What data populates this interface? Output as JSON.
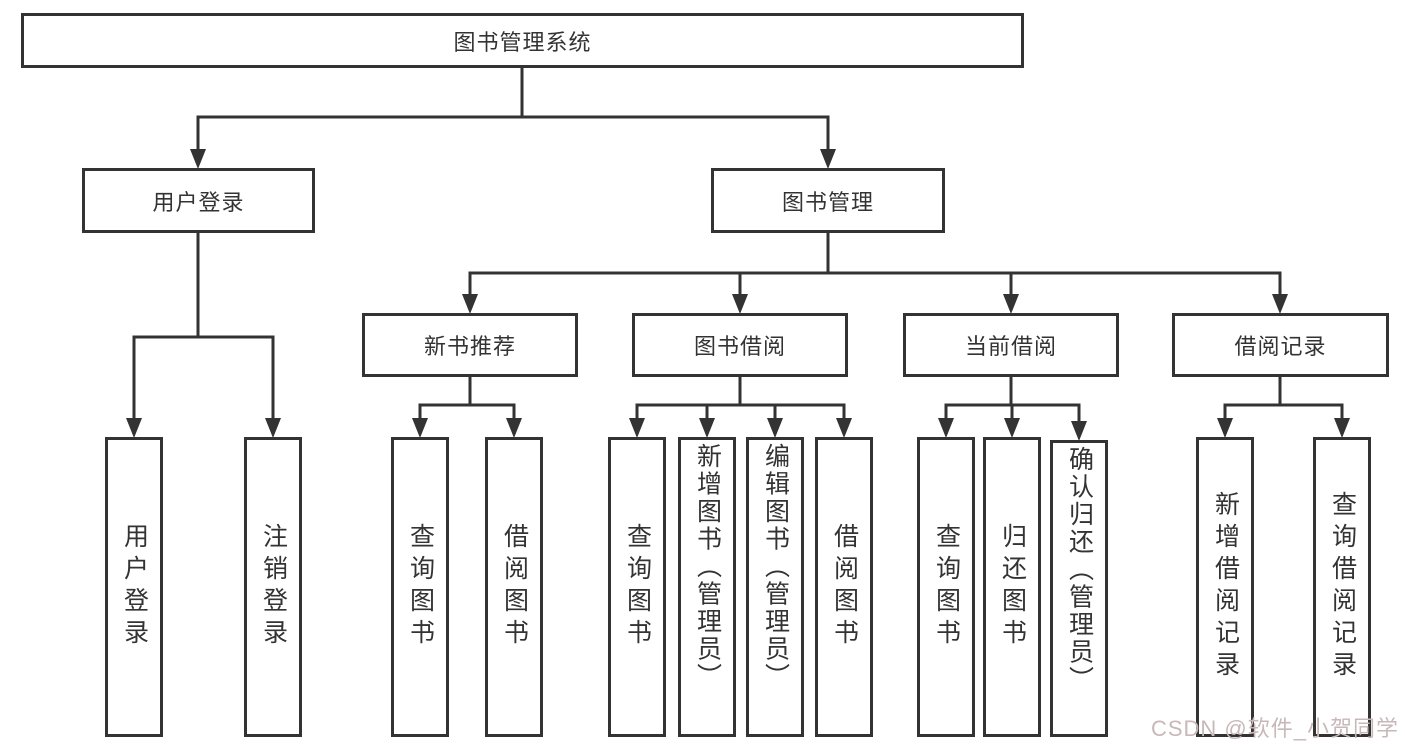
{
  "diagram": {
    "title": "图书管理系统",
    "level2": [
      "用户登录",
      "图书管理"
    ],
    "level3": [
      "新书推荐",
      "图书借阅",
      "当前借阅",
      "借阅记录"
    ],
    "leaves": [
      "用户登录",
      "注销登录",
      "查询图书",
      "借阅图书",
      "查询图书",
      "新增图书（管理员）",
      "编辑图书（管理员）",
      "借阅图书",
      "查询图书",
      "归还图书",
      "确认归还（管理员）",
      "新增借阅记录",
      "查询借阅记录"
    ],
    "colors": {
      "line": "#333333",
      "text": "#333333",
      "watermark": "#c8b8b8"
    }
  },
  "watermark": "CSDN @软件_小贺同学"
}
